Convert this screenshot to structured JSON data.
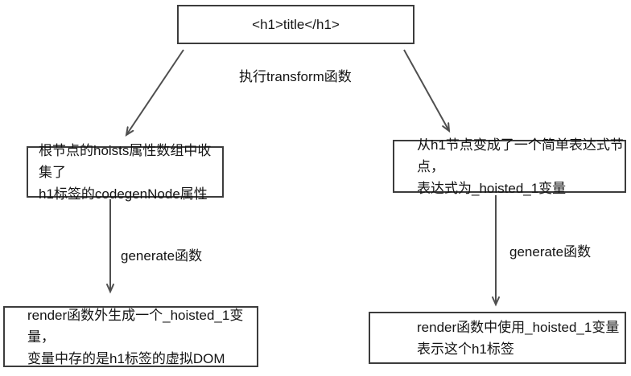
{
  "nodes": {
    "top": {
      "text": "<h1>title</h1>"
    },
    "left": {
      "lines": [
        "根节点的hoists属性数组中收集了",
        "h1标签的codegenNode属性"
      ]
    },
    "right": {
      "lines": [
        "从h1节点变成了一个简单表达式节点，",
        "表达式为_hoisted_1变量"
      ]
    },
    "bottom_left": {
      "lines": [
        "render函数外生成一个_hoisted_1变量，",
        "变量中存的是h1标签的虚拟DOM"
      ]
    },
    "bottom_right": {
      "lines": [
        "render函数中使用_hoisted_1变量",
        "表示这个h1标签"
      ]
    }
  },
  "labels": {
    "transform": "执行transform函数",
    "generate_left": "generate函数",
    "generate_right": "generate函数"
  },
  "colors": {
    "stroke": "#4f4f4f",
    "border": "#3c3c3c",
    "text": "#141414",
    "background": "#ffffff"
  }
}
